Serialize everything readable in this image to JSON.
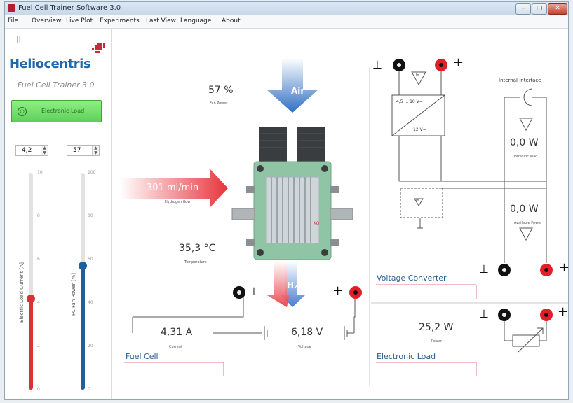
{
  "window": {
    "title": "Fuel Cell Trainer Software 3.0",
    "controls": [
      "–",
      "□",
      "✕"
    ]
  },
  "menu": [
    "File",
    "Overview",
    "Live Plot",
    "Experiments",
    "Last View",
    "Language",
    "About"
  ],
  "left_panel": {
    "grip": "|||",
    "logo": "Heliocentris",
    "subtitle": "Fuel Cell Trainer 3.0",
    "button": {
      "label": "Electronic Load",
      "icon": "power-icon"
    },
    "spin_left": {
      "value": "4,2"
    },
    "spin_right": {
      "value": "57"
    },
    "scale_left": [
      "10",
      "8",
      "6",
      "4",
      "2",
      "0"
    ],
    "scale_right": [
      "100",
      "80",
      "60",
      "40",
      "20",
      "0"
    ],
    "slider_left": {
      "label": "Electric Load Current [A]",
      "value": 4.2,
      "max": 10
    },
    "slider_right": {
      "label": "FC Fan Power [%]",
      "value": 57,
      "max": 100
    }
  },
  "diagram": {
    "air_label": "Air",
    "fan_power": {
      "value": "57 %",
      "label": "Fan Power"
    },
    "hydrogen": {
      "value": "301 ml/min",
      "label": "Hydrogen flow"
    },
    "temperature": {
      "value": "35,3 °C",
      "label": "Temperature"
    },
    "h2o": "H₂O",
    "current": {
      "value": "4,31 A",
      "label": "Current"
    },
    "voltage": {
      "value": "6,18 V",
      "label": "Voltage"
    },
    "power": {
      "value": "25,2 W",
      "label": "Power"
    },
    "converter": {
      "top": "4,5 ... 10 V=",
      "bottom": "12 V="
    },
    "internal_interface": "Internal Interface",
    "parasitic": {
      "value": "0,0 W",
      "label": "Parasitic load"
    },
    "available": {
      "value": "0,0 W",
      "label": "Available Power"
    },
    "sections": {
      "fuel_cell": "Fuel Cell",
      "voltage_converter": "Voltage Converter",
      "electronic_load": "Electronic Load"
    },
    "plus": "+",
    "ground": "⊥",
    "meter_symbol": "ln",
    "tiny_stack_label": "KO"
  },
  "colors": {
    "accent_blue": "#1f67ae",
    "red_arrow": "#e8343b",
    "green_button": "#6fde68",
    "slider_red": "#d9303a",
    "slider_blue": "#1f5f9f",
    "stack_green": "#8fc5a4"
  }
}
